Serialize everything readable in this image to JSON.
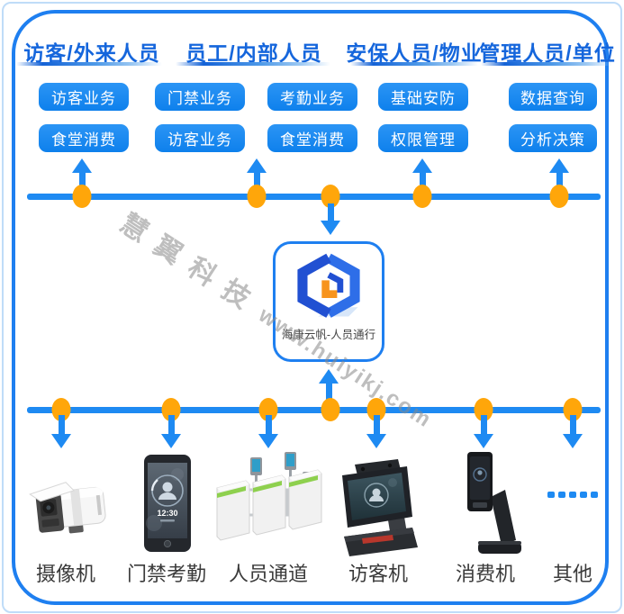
{
  "categories": [
    {
      "label": "访客/外来人员"
    },
    {
      "label": "员工/内部人员"
    },
    {
      "label": "安保人员/物业"
    },
    {
      "label": "管理人员/单位"
    }
  ],
  "service_columns": [
    {
      "top": "访客业务",
      "bottom": "食堂消费"
    },
    {
      "top": "门禁业务",
      "bottom": "访客业务"
    },
    {
      "top": "考勤业务",
      "bottom": "食堂消费"
    },
    {
      "top": "基础安防",
      "bottom": "权限管理"
    },
    {
      "top": "数据查询",
      "bottom": "分析决策"
    }
  ],
  "platform": {
    "name": "海康云帆-人员通行"
  },
  "devices": [
    {
      "label": "摄像机"
    },
    {
      "label": "门禁考勤",
      "screen_time": "12:30"
    },
    {
      "label": "人员通道"
    },
    {
      "label": "访客机"
    },
    {
      "label": "消费机"
    },
    {
      "label": "其他"
    }
  ],
  "watermark": {
    "cn": "慧翼科技",
    "url": "www.huiyikj.com"
  },
  "colors": {
    "chip_blue": "#1587F2",
    "line_blue": "#1E8AF2",
    "header_blue": "#1566DC",
    "node_orange": "#FFA60A",
    "frame_blue": "#1E7FF0",
    "logo_blue_dark": "#2150D2",
    "logo_blue_light": "#2E6EE8",
    "logo_orange": "#F7941E"
  }
}
